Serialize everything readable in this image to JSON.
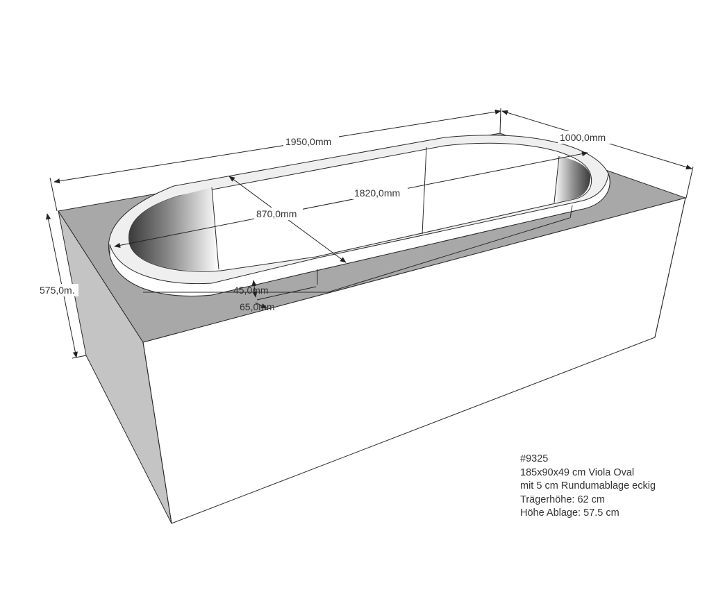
{
  "dimensions": {
    "length": "1950,0mm",
    "width": "1000,0mm",
    "height": "575,0m.",
    "inner_length": "1820,0mm",
    "inner_width": "870,0mm",
    "rim_inner": "45,0mm",
    "rim_outer": "65,0mm"
  },
  "info": {
    "id": "#9325",
    "model": "185x90x49 cm Viola Oval",
    "shelf": "mit 5 cm Rundumablage eckig",
    "carrier_height": "Trägerhöhe: 62 cm",
    "shelf_height": "Höhe Ablage: 57.5 cm"
  },
  "colors": {
    "top_surface": "#a8a8a8",
    "side_face": "#c4c4c4",
    "front_face": "#ffffff",
    "outline": "#2a2a2a"
  }
}
